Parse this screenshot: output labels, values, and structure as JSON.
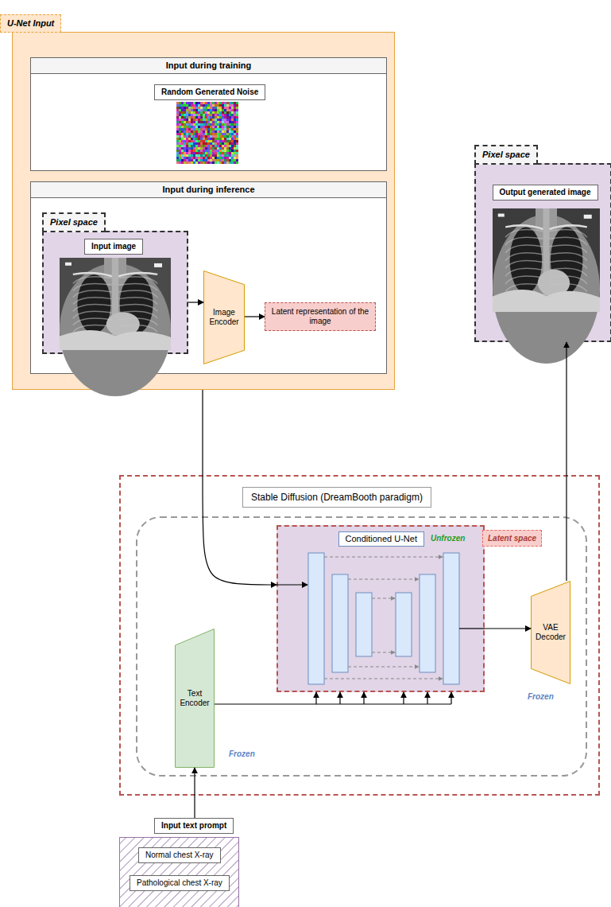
{
  "diagram": {
    "nodes": [
      {
        "text": [
          "U-Net Input"
        ]
      },
      {
        "text": [
          "Input during training"
        ],
        "in": 0
      },
      {
        "text": [
          "Random Generated Noise"
        ],
        "in": 1
      },
      {
        "text": [
          "Input during inference"
        ],
        "in": 0
      },
      {
        "text": [
          "Pixel space"
        ],
        "in": 3
      },
      {
        "text": [
          "Input image"
        ],
        "in": 4
      },
      {
        "text": [
          "Image Encoder"
        ],
        "in": 3
      },
      {
        "text": [
          "Latent representation of the image"
        ],
        "in": 3
      },
      {
        "text": [
          "Pixel space"
        ]
      },
      {
        "text": [
          "Output generated image"
        ],
        "in": 8
      },
      {
        "text": [
          "Stable Diffusion (DreamBooth paradigm)"
        ]
      },
      {
        "text": [
          "Conditioned U-Net",
          "Unfrozen",
          "Latent space"
        ],
        "in": 10
      },
      {
        "text": [
          "VAE Decoder",
          "Frozen"
        ],
        "in": 10
      },
      {
        "text": [
          "Text Encoder",
          "Frozen"
        ],
        "in": 10
      },
      {
        "text": [
          "Input text prompt"
        ]
      },
      {
        "text": [
          "Normal chest X-ray"
        ]
      },
      {
        "text": [
          "Pathological chest X-ray"
        ]
      }
    ],
    "edges": [
      {
        "from": 4,
        "to": 6,
        "arrow": "to"
      },
      {
        "from": 6,
        "to": 7,
        "arrow": "to"
      },
      {
        "from": 0,
        "to": 11,
        "arrow": "to"
      },
      {
        "from": 13,
        "to": 11,
        "arrow": "to"
      },
      {
        "from": 11,
        "to": 12,
        "arrow": "to"
      },
      {
        "from": 12,
        "to": 8,
        "arrow": "to"
      },
      {
        "from": 14,
        "to": 13,
        "arrow": "to"
      }
    ]
  }
}
